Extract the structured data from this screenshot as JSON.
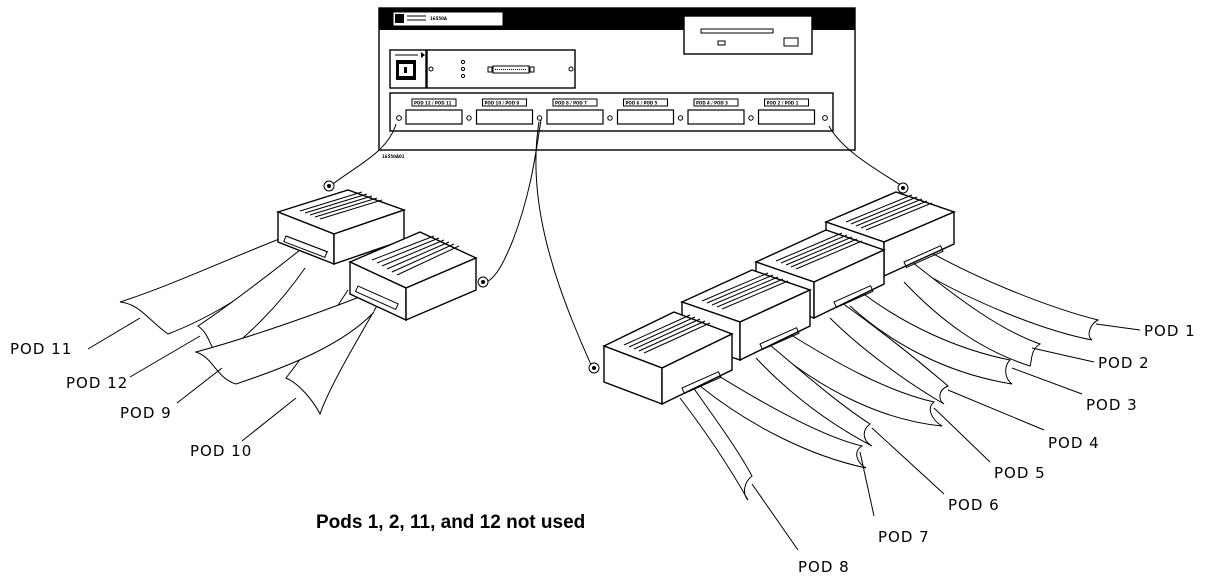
{
  "instrument": {
    "model_text": "16550A",
    "bottom_label": "16550A01",
    "connector_labels": [
      "POD 12 / POD 11",
      "POD 10 / POD 9",
      "POD 8 / POD 7",
      "POD 6 / POD 5",
      "POD 4 / POD 3",
      "POD 2 / POD 1"
    ]
  },
  "pods": [
    "POD 1",
    "POD 2",
    "POD 3",
    "POD 4",
    "POD 5",
    "POD 6",
    "POD 7",
    "POD 8",
    "POD 9",
    "POD 10",
    "POD 11",
    "POD 12"
  ],
  "caption": "Pods 1, 2, 11, and 12 not used"
}
